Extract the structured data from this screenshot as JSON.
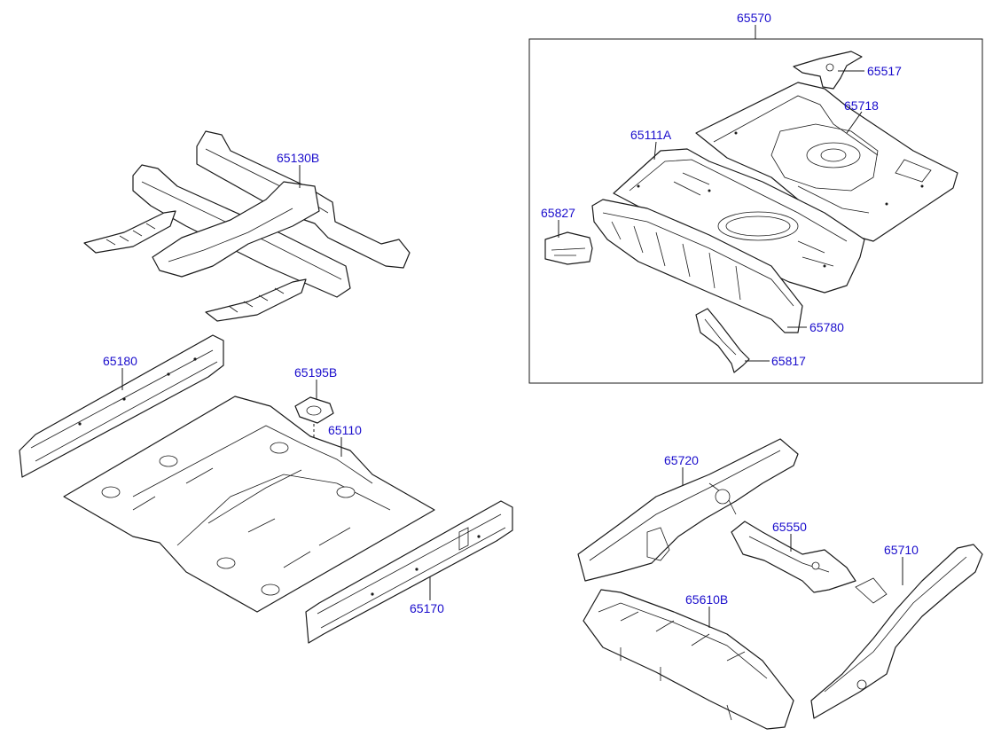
{
  "diagram": {
    "label_color": "#1a0dcc",
    "line_color": "#1a1a1a",
    "labels": {
      "p65570": "65570",
      "p65517": "65517",
      "p65718": "65718",
      "p65111A": "65111A",
      "p65827": "65827",
      "p65780": "65780",
      "p65817": "65817",
      "p65130B": "65130B",
      "p65180": "65180",
      "p65195B": "65195B",
      "p65110": "65110",
      "p65170": "65170",
      "p65720": "65720",
      "p65550": "65550",
      "p65710": "65710",
      "p65610B": "65610B"
    }
  }
}
